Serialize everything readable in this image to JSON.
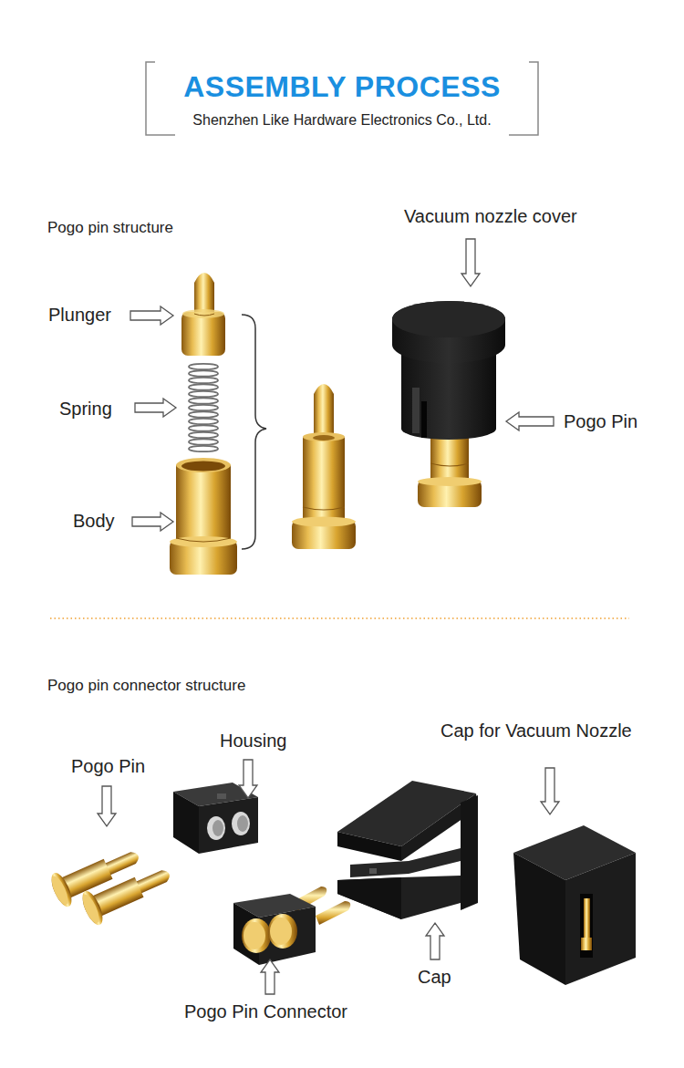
{
  "diagram": {
    "title": "ASSEMBLY PROCESS",
    "labels": [
      "Shenzhen Like Hardware Electronics Co., Ltd.",
      "Pogo pin structure",
      "Vacuum nozzle cover",
      "Plunger",
      "Spring",
      "Pogo Pin",
      "Body",
      "Pogo pin connector structure",
      "Cap for Vacuum Nozzle",
      "Housing",
      "Pogo Pin",
      "Pogo Pin Connector",
      "Cap"
    ]
  }
}
